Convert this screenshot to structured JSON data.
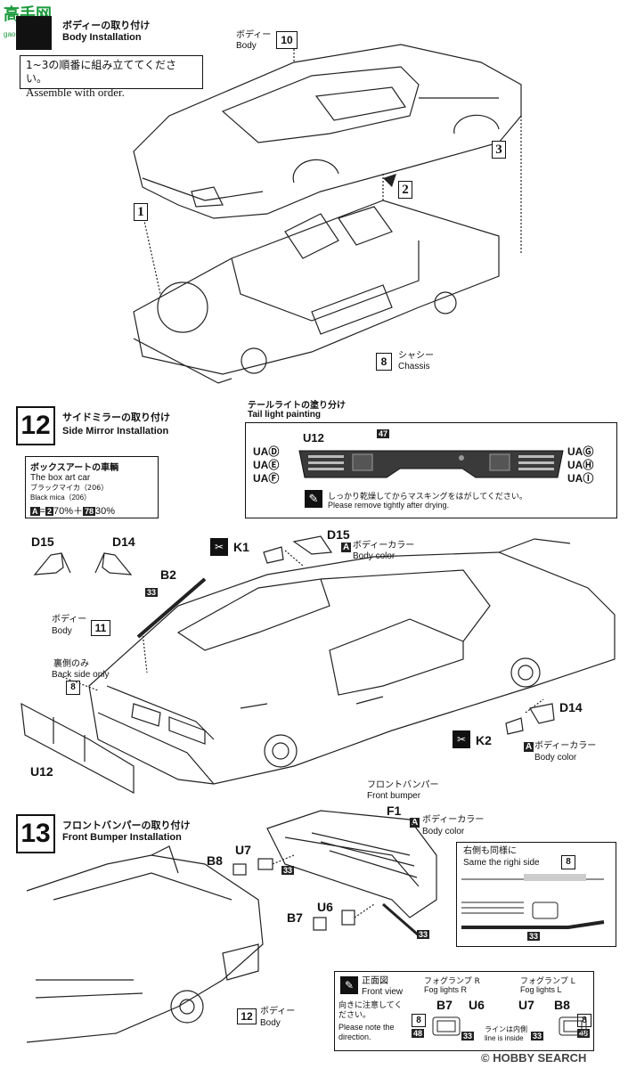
{
  "watermark": {
    "text": "高手网",
    "url": "gao-shou.com"
  },
  "step_body": {
    "title_jp": "ボディーの取り付け",
    "title_en": "Body Installation",
    "note_jp": "1~3の順番に組み立ててください。",
    "note_en": "Assemble with order.",
    "body_label_jp": "ボディー",
    "body_label_en": "Body",
    "body_part": "10",
    "order": [
      "1",
      "2",
      "3"
    ],
    "chassis_part": "8",
    "chassis_jp": "シャシー",
    "chassis_en": "Chassis"
  },
  "step12": {
    "number": "12",
    "title_jp": "サイドミラーの取り付け",
    "title_en": "Side Mirror Installation",
    "boxart": {
      "title_jp": "ボックスアートの車輌",
      "title_en": "The box art car",
      "paint_jp": "ブラックマイカ（206）",
      "paint_en": "Black mica（206）",
      "formula_a": "A",
      "formula_eq": "=",
      "formula_n1": "2",
      "formula_p1": "70%＋",
      "formula_n2": "78",
      "formula_p2": "30%"
    },
    "tail": {
      "title_jp": "テールライトの塗り分け",
      "title_en": "Tail light painting",
      "part": "U12",
      "color": "47",
      "left_labels": [
        "UAⒹ",
        "UAⒺ",
        "UAⒻ"
      ],
      "right_labels": [
        "UAⒼ",
        "UAⒽ",
        "UAⒾ"
      ],
      "note_jp": "しっかり乾燥してからマスキングをはがしてください。",
      "note_en": "Please remove tightly after drying."
    },
    "parts": {
      "d15": "D15",
      "d14": "D14",
      "k1": "K1",
      "k2": "K2",
      "b2": "B2",
      "b2_color": "33",
      "u12": "U12",
      "body_jp": "ボディー",
      "body_en": "Body",
      "body_num": "11",
      "back_jp": "裏側のみ",
      "back_en": "Back side only",
      "back_num": "8",
      "body_color_jp": "ボディーカラー",
      "body_color_en": "Body color",
      "a": "A"
    }
  },
  "step13": {
    "number": "13",
    "title_jp": "フロントバンパーの取り付け",
    "title_en": "Front Bumper Installation",
    "bumper_jp": "フロントバンパー",
    "bumper_en": "Front bumper",
    "f1": "F1",
    "body_color_jp": "ボディーカラー",
    "body_color_en": "Body color",
    "a": "A",
    "u7": "U7",
    "b8": "B8",
    "b7": "B7",
    "u6": "U6",
    "c33": "33",
    "inset": {
      "jp": "右側も同様に",
      "en": "Same the righi side",
      "n8": "8",
      "n33": "33"
    },
    "body_num": "12",
    "body_jp": "ボディー",
    "body_en": "Body",
    "front_view": {
      "jp": "正面図",
      "en": "Front view",
      "note_jp": "向きに注意してください。",
      "note_en": "Please note the direction.",
      "fog_r_jp": "フォグランプ R",
      "fog_r_en": "Fog lights R",
      "fog_l_jp": "フォグランプ L",
      "fog_l_en": "Fog lights L",
      "inside_jp": "ラインは内側",
      "inside_en": "line is inside",
      "b7": "B7",
      "u6": "U6",
      "u7": "U7",
      "b8": "B8",
      "n8": "8",
      "n48": "48",
      "n33": "33"
    }
  },
  "footer": "© HOBBY SEARCH"
}
